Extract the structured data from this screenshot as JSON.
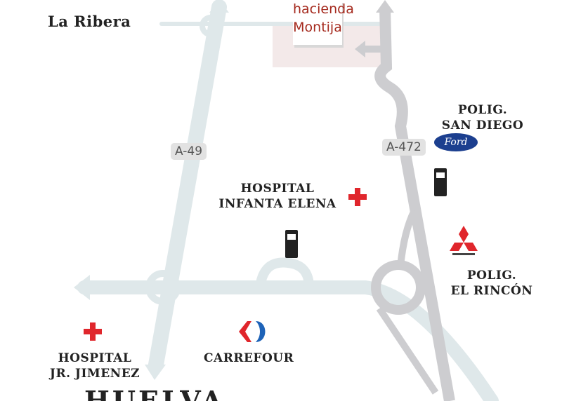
{
  "places": {
    "la_ribera": "La Ribera",
    "brand": {
      "line1": "hacienda",
      "line2": "Montija"
    },
    "polig_san_diego": {
      "line1": "POLIG.",
      "line2": "SAN DIEGO"
    },
    "hospital_infanta": {
      "line1": "HOSPITAL",
      "line2": "INFANTA ELENA"
    },
    "polig_el_rincon": {
      "line1": "POLIG.",
      "line2": "EL RINCÓN"
    },
    "hospital_jimenez": {
      "line1": "HOSPITAL",
      "line2": "JR. JIMENEZ"
    },
    "carrefour": "CARREFOUR",
    "city": "HUELVA",
    "ford": "Ford"
  },
  "roads": {
    "a49": "A-49",
    "a472": "A-472"
  },
  "colors": {
    "road_light": "#dfe8ea",
    "road_gray": "#cdcdd0",
    "hospital": "#e0262c",
    "brand": "#a52a1e"
  }
}
